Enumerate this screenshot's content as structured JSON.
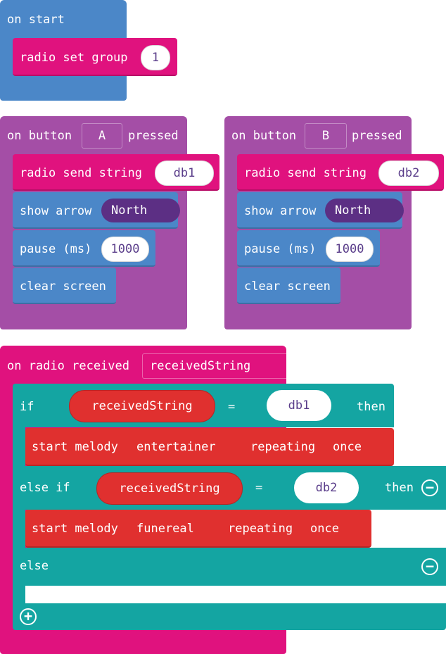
{
  "on_start": {
    "label": "on start",
    "radio_set_group": {
      "label": "radio set group",
      "value": "1"
    }
  },
  "button_a": {
    "label_prefix": "on button",
    "button": "A",
    "label_suffix": "pressed",
    "send": {
      "label": "radio send string",
      "value": "db1"
    },
    "arrow": {
      "label": "show arrow",
      "value": "North"
    },
    "pause": {
      "label": "pause (ms)",
      "value": "1000"
    },
    "clear": {
      "label": "clear screen"
    }
  },
  "button_b": {
    "label_prefix": "on button",
    "button": "B",
    "label_suffix": "pressed",
    "send": {
      "label": "radio send string",
      "value": "db2"
    },
    "arrow": {
      "label": "show arrow",
      "value": "North"
    },
    "pause": {
      "label": "pause (ms)",
      "value": "1000"
    },
    "clear": {
      "label": "clear screen"
    }
  },
  "radio_received": {
    "label": "on radio received",
    "param": "receivedString",
    "if": {
      "keyword": "if",
      "var": "receivedString",
      "op": "=",
      "value": "db1",
      "then": "then",
      "melody": {
        "label": "start melody",
        "tune": "entertainer",
        "repeat_label": "repeating",
        "repeat_value": "once"
      }
    },
    "else_if": {
      "keyword": "else if",
      "var": "receivedString",
      "op": "=",
      "value": "db2",
      "then": "then",
      "melody": {
        "label": "start melody",
        "tune": "funereal",
        "repeat_label": "repeating",
        "repeat_value": "once"
      }
    },
    "else": {
      "keyword": "else"
    }
  },
  "icons": {
    "remove": "minus-circle-icon",
    "add": "plus-circle-icon"
  },
  "colors": {
    "basic": "#4b87c8",
    "input": "#a44ea6",
    "radio": "#e0127e",
    "logic": "#14a5a2",
    "music": "#e0302f"
  }
}
